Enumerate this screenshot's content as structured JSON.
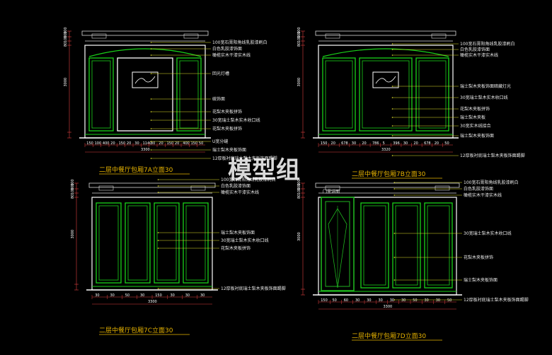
{
  "watermark": "模型组",
  "colors": {
    "background": "#000000",
    "panel": "#19d219",
    "outline": "#d8d8d8",
    "frame": "#ffffff",
    "leader": "#dede2a",
    "dimension": "#e04040",
    "title": "#e8b400",
    "door": "#1fb31f"
  },
  "elevations": [
    {
      "id": "7A",
      "title": "二层中餐厅包厢7A立面30",
      "labels": [
        "100宽石膏阳角线乳胶漆刷白",
        "白色乳胶漆饰面",
        "橄榄实木干漆实木线",
        "回光灯槽",
        "硫饰面",
        "花梨木夹板拼饰",
        "30宽瑞士梨木实木收口线",
        "花梨木夹板拼饰",
        "U宽分缝",
        "瑞士梨木夹板饰面",
        "12厚板衬底瑞士梨木夹板饰面踢脚"
      ],
      "dims_bottom": [
        "150",
        "100",
        "400",
        "20",
        "150",
        "20",
        "30",
        "1140",
        "30",
        "20",
        "150",
        "20",
        "400",
        "150",
        "50"
      ],
      "total": "3300",
      "dims_left": [
        "100",
        "100",
        "100",
        "80",
        "3000"
      ]
    },
    {
      "id": "7B",
      "title": "二层中餐厅包厢7B立面30",
      "labels": [
        "100宽石膏阳角线乳胶漆刷白",
        "白色乳胶漆饰面",
        "橄榄实木干漆实木线",
        "瑞士梨木夹板饰面暗藏灯光",
        "30宽瑞士梨木实木收口线",
        "花梨木夹板拼饰",
        "瑞士梨木夹板",
        "30宽实木线接合",
        "瑞士梨木夹板饰面",
        "12厚板衬底瑞士梨木夹板饰面踢脚"
      ],
      "dims_bottom": [
        "150",
        "20",
        "678",
        "30",
        "20",
        "786",
        "5",
        "396",
        "30",
        "20",
        "678",
        "20",
        "50"
      ],
      "total": "3320",
      "dims_left": [
        "100",
        "100",
        "100",
        "80",
        "3000"
      ]
    },
    {
      "id": "7C",
      "title": "二层中餐厅包厢7C立面30",
      "labels": [
        "100宽石膏阳角线乳胶漆刷白",
        "白色乳胶漆饰面",
        "橄榄实木干漆实木线",
        "瑞士梨木夹板饰面",
        "30宽瑞士梨木实木收口线",
        "花梨木夹板拼饰",
        "12厚板衬底瑞士梨木夹板饰面踢脚"
      ],
      "dims_bottom": [
        "30",
        "30",
        "50",
        "30",
        "150",
        "30",
        "30",
        "30"
      ],
      "total": "3300",
      "dims_left": [
        "100",
        "100",
        "100",
        "80",
        "3000"
      ]
    },
    {
      "id": "7D",
      "title": "二层中餐厅包厢7D立面30",
      "door_label": "门里详图",
      "labels": [
        "100宽石膏阳角线乳胶漆刷白",
        "白色乳胶漆饰面",
        "橄榄实木干漆实木线",
        "30宽瑞士梨木实木收口线",
        "花梨木夹板拼饰",
        "瑞士梨木夹板饰面",
        "12厚板衬底瑞士梨木夹板饰面踢脚"
      ],
      "dims_bottom": [
        "150",
        "50",
        "60",
        "30",
        "30",
        "30",
        "30",
        "30",
        "50",
        "30",
        "30",
        "50"
      ],
      "total": "3300",
      "dims_left": [
        "100",
        "100",
        "100",
        "80",
        "3000"
      ]
    }
  ]
}
